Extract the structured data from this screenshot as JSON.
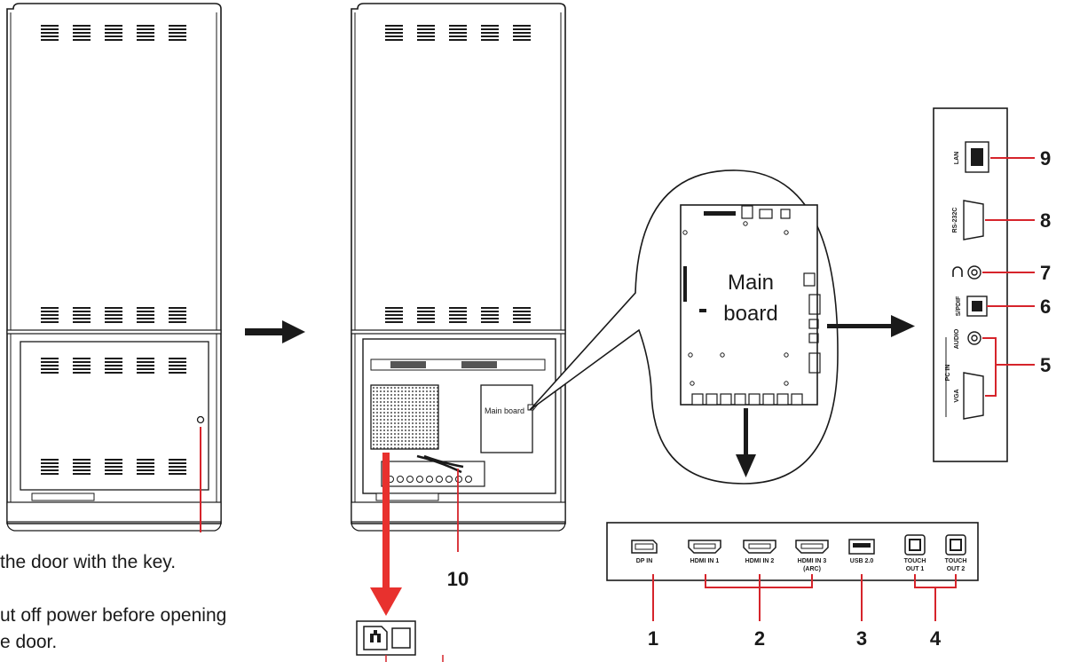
{
  "colors": {
    "line": "#1a1a1a",
    "callout": "#d6242b",
    "red_arrow": "#e8312e",
    "label": "#1a1a1a"
  },
  "instructions": {
    "line1": "the door with the key.",
    "line2": "ut off power before opening",
    "line3": "e door."
  },
  "main_board": {
    "big_label_line1": "Main",
    "big_label_line2": "board",
    "small_label": "Main board"
  },
  "bottom_ports": {
    "labels": [
      "DP IN",
      "HDMI IN 1",
      "HDMI IN 2",
      "HDMI IN 3",
      "(ARC)",
      "USB 2.0",
      "TOUCH",
      "OUT 1",
      "TOUCH",
      "OUT 2"
    ]
  },
  "side_ports": {
    "labels": [
      "LAN",
      "RS-232C",
      "S/PDIF",
      "AUDIO",
      "PC IN",
      "VGA"
    ]
  },
  "callouts": {
    "n1": "1",
    "n2": "2",
    "n3": "3",
    "n4": "4",
    "n5": "5",
    "n6": "6",
    "n7": "7",
    "n8": "8",
    "n9": "9",
    "n10": "10"
  },
  "icons": [
    "arrow-right-icon",
    "arrow-down-icon",
    "power-plug-icon",
    "keyhole-icon",
    "headphone-icon"
  ]
}
